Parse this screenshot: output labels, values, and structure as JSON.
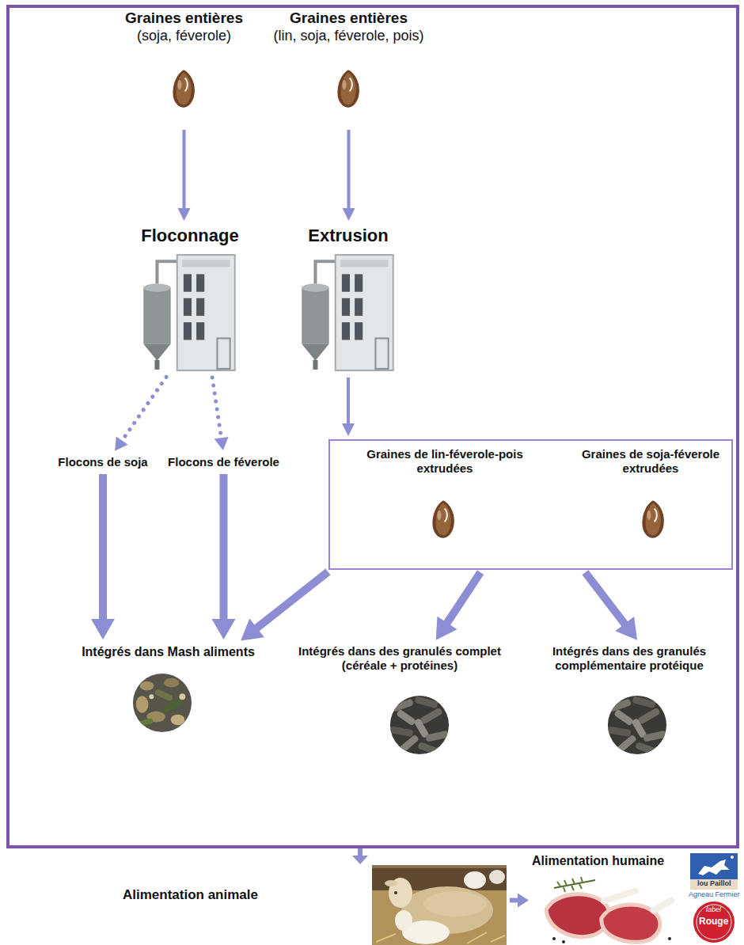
{
  "diagram": {
    "nodes": [
      {
        "text": [
          "Graines entières",
          "(soja, féverole)"
        ]
      },
      {
        "text": [
          "Graines entières",
          "(lin, soja, féverole, pois)"
        ]
      },
      {
        "text": [
          "Floconnage"
        ]
      },
      {
        "text": [
          "Extrusion"
        ]
      },
      {
        "text": [
          "Flocons de soja"
        ]
      },
      {
        "text": [
          "Flocons de féverole"
        ]
      },
      {
        "text": [
          "Graines de lin-féverole-pois extrudées",
          "Graines de soja-féverole extrudées"
        ]
      },
      {
        "text": [
          "Intégrés dans Mash aliments"
        ]
      },
      {
        "text": [
          "Intégrés dans des granulés complet (céréale + protéines)"
        ]
      },
      {
        "text": [
          "Intégrés dans des granulés complémentaire protéique"
        ]
      },
      {
        "text": [
          "Alimentation animale"
        ]
      },
      {
        "text": [
          "Alimentation humaine"
        ]
      }
    ],
    "edges": [
      {
        "from": 0,
        "to": 2,
        "arrow": "to"
      },
      {
        "from": 1,
        "to": 3,
        "arrow": "to"
      },
      {
        "from": 2,
        "to": 4,
        "arrow": "to"
      },
      {
        "from": 2,
        "to": 5,
        "arrow": "to"
      },
      {
        "from": 3,
        "to": 6,
        "arrow": "to"
      },
      {
        "from": 4,
        "to": 7,
        "arrow": "to"
      },
      {
        "from": 5,
        "to": 7,
        "arrow": "to"
      },
      {
        "from": 6,
        "to": 7,
        "arrow": "to"
      },
      {
        "from": 6,
        "to": 8,
        "arrow": "to"
      },
      {
        "from": 6,
        "to": 9,
        "arrow": "to"
      },
      {
        "from": 10,
        "to": 11,
        "arrow": "to"
      }
    ],
    "labels": [
      "lou Paillol",
      "Agneau Fermier",
      "label",
      "Rouge"
    ]
  }
}
